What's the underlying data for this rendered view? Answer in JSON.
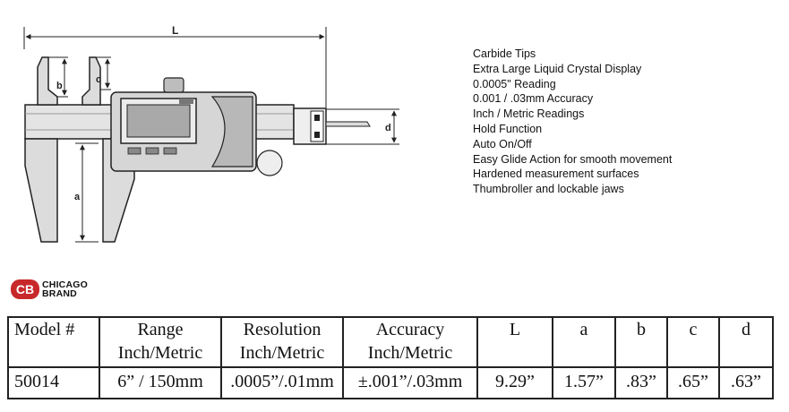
{
  "features": [
    "Carbide Tips",
    "Extra Large Liquid Crystal Display",
    "0.0005\" Reading",
    "0.001 / .03mm Accuracy",
    "Inch / Metric Readings",
    "Hold Function",
    "Auto On/Off",
    "Easy Glide Action for smooth movement",
    "Hardened measurement surfaces",
    "Thumbroller and lockable jaws"
  ],
  "diagram": {
    "labels": {
      "L": "L",
      "a": "a",
      "b": "b",
      "c": "c",
      "d": "d"
    }
  },
  "logo": {
    "mark": "CB",
    "line1": "CHICAGO",
    "line2": "BRAND"
  },
  "table": {
    "headers": [
      {
        "line1": "Model #",
        "line2": ""
      },
      {
        "line1": "Range",
        "line2": "Inch/Metric"
      },
      {
        "line1": "Resolution",
        "line2": "Inch/Metric"
      },
      {
        "line1": "Accuracy",
        "line2": "Inch/Metric"
      },
      {
        "line1": "L",
        "line2": ""
      },
      {
        "line1": "a",
        "line2": ""
      },
      {
        "line1": "b",
        "line2": ""
      },
      {
        "line1": "c",
        "line2": ""
      },
      {
        "line1": "d",
        "line2": ""
      }
    ],
    "rows": [
      [
        "50014",
        "6” / 150mm",
        ".0005”/.01mm",
        "±.001”/.03mm",
        "9.29”",
        "1.57”",
        ".83”",
        ".65”",
        ".63”"
      ]
    ]
  },
  "colors": {
    "logo_red": "#c8282a",
    "line": "#222222",
    "body_gray": "#dcdcdc",
    "display_gray": "#a9a9a9"
  }
}
